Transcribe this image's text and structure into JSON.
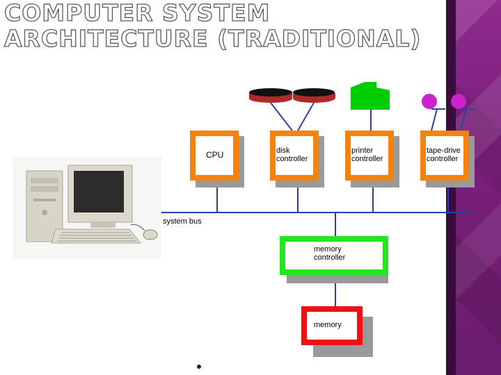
{
  "title": {
    "line1": "COMPUTER SYSTEM",
    "line2": "ARCHITECTURE (TRADITIONAL)"
  },
  "diagram": {
    "cpu_label": "CPU",
    "disk_label_1": "disk",
    "disk_label_2": "controller",
    "printer_label_1": "printer",
    "printer_label_2": "controller",
    "tape_label_1": "tape-drive",
    "tape_label_2": "controller",
    "bus_label": "system bus",
    "memctrl_label_1": "memory",
    "memctrl_label_2": "controller",
    "memory_label": "memory"
  },
  "colors": {
    "controller_border": "#f5820a",
    "memctrl_border": "#22e622",
    "memory_border": "#ee1111",
    "bus_line": "#2b3fa8",
    "disk": "#b02a28",
    "printer": "#00cc00",
    "tape": "#cc22cc",
    "accent_band": "#7a1f7a"
  },
  "icons": [
    "desktop-computer-illustration",
    "disk-icon",
    "printer-icon",
    "tape-drive-icon",
    "bullet-icon"
  ]
}
